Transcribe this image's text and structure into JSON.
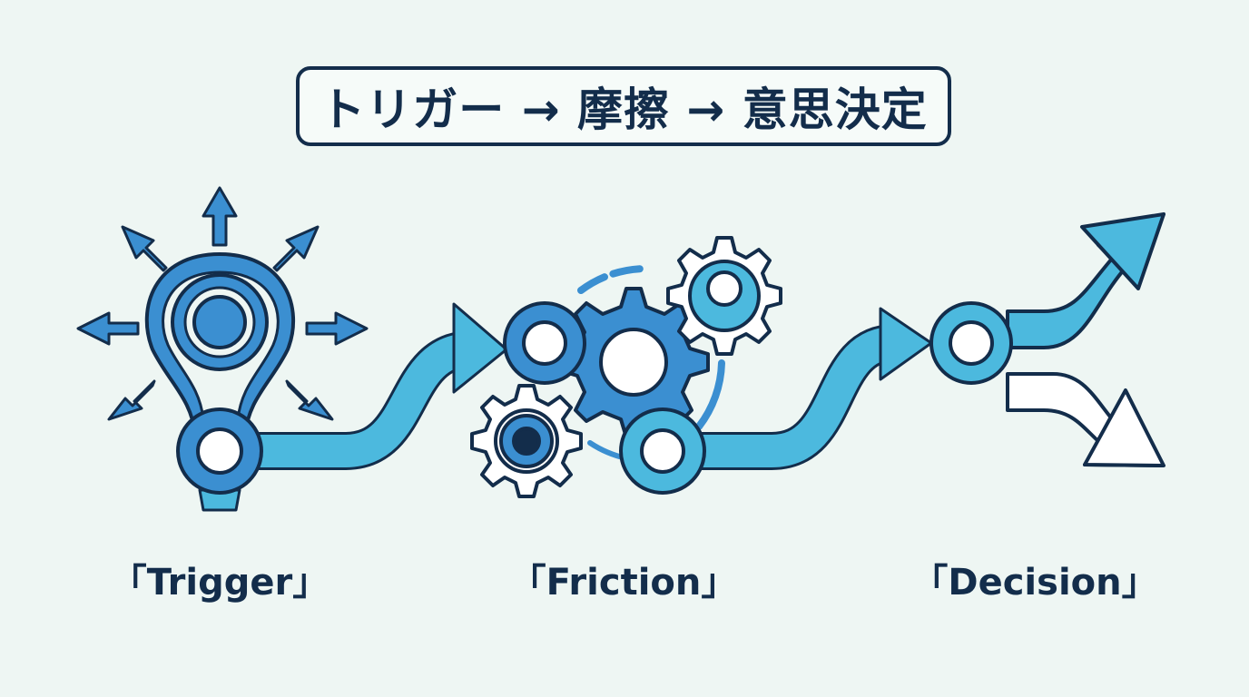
{
  "title": "トリガー → 摩擦 → 意思決定",
  "stages": [
    {
      "label": "「Trigger」",
      "icon": "lightbulb-icon"
    },
    {
      "label": "「Friction」",
      "icon": "gears-icon"
    },
    {
      "label": "「Decision」",
      "icon": "branching-arrows-icon"
    }
  ],
  "colors": {
    "background": "#eef6f3",
    "outline": "#132d4b",
    "primary_blue": "#3b8fd1",
    "light_blue": "#4cb9de",
    "white": "#ffffff"
  }
}
